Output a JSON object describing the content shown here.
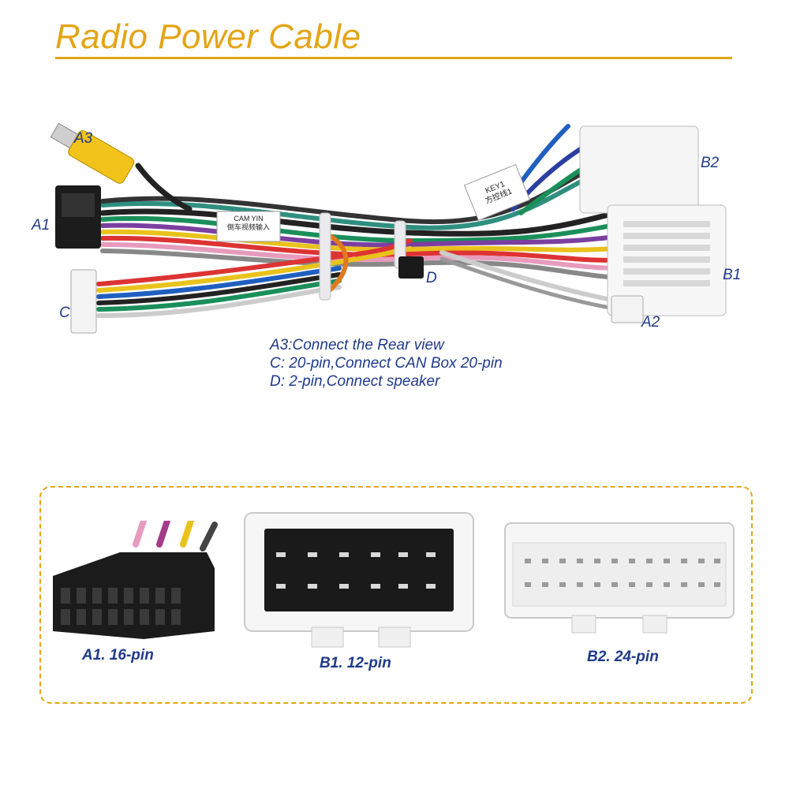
{
  "title": "Radio Power Cable",
  "labels": {
    "a3": "A3",
    "a1": "A1",
    "c": "C",
    "d": "D",
    "b2": "B2",
    "b1": "B1",
    "a2": "A2"
  },
  "tags": {
    "tag1_line1": "CAM YIN",
    "tag1_line2": "倒车视频输入",
    "tag2_line1": "KEY1",
    "tag2_line2": "方控线1"
  },
  "notes": [
    "A3:Connect the Rear view",
    "C: 20-pin,Connect CAN Box 20-pin",
    "D: 2-pin,Connect speaker"
  ],
  "connectors": {
    "a1_caption": "A1. 16-pin",
    "b1_caption": "B1. 12-pin",
    "b2_caption": "B2. 24-pin"
  },
  "colors": {
    "accent": "#e3a516",
    "label": "#1f3a8a"
  }
}
